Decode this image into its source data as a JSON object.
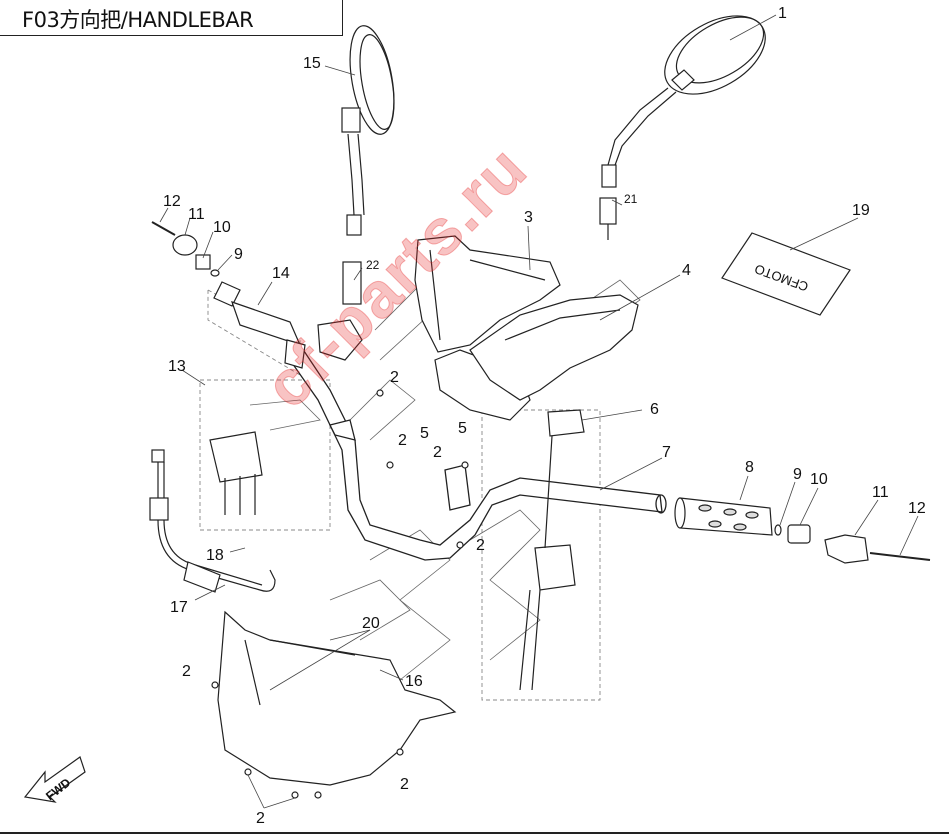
{
  "title": "F03方向把/HANDLEBAR",
  "watermark": "cf-parts.ru",
  "fwd_label": "FWD",
  "label_plate_text": "CFMOTO",
  "callouts": [
    {
      "id": "c1",
      "text": "1"
    },
    {
      "id": "c2a",
      "text": "2"
    },
    {
      "id": "c2b",
      "text": "2"
    },
    {
      "id": "c2c",
      "text": "2"
    },
    {
      "id": "c2d",
      "text": "2"
    },
    {
      "id": "c2e",
      "text": "2"
    },
    {
      "id": "c2f",
      "text": "2"
    },
    {
      "id": "c2g",
      "text": "2"
    },
    {
      "id": "c3",
      "text": "3"
    },
    {
      "id": "c4",
      "text": "4"
    },
    {
      "id": "c5a",
      "text": "5"
    },
    {
      "id": "c5b",
      "text": "5"
    },
    {
      "id": "c6",
      "text": "6"
    },
    {
      "id": "c7",
      "text": "7"
    },
    {
      "id": "c8",
      "text": "8"
    },
    {
      "id": "c9a",
      "text": "9"
    },
    {
      "id": "c9b",
      "text": "9"
    },
    {
      "id": "c10a",
      "text": "10"
    },
    {
      "id": "c10b",
      "text": "10"
    },
    {
      "id": "c11a",
      "text": "11"
    },
    {
      "id": "c11b",
      "text": "11"
    },
    {
      "id": "c12a",
      "text": "12"
    },
    {
      "id": "c12b",
      "text": "12"
    },
    {
      "id": "c13",
      "text": "13"
    },
    {
      "id": "c14",
      "text": "14"
    },
    {
      "id": "c15",
      "text": "15"
    },
    {
      "id": "c16",
      "text": "16"
    },
    {
      "id": "c17",
      "text": "17"
    },
    {
      "id": "c18",
      "text": "18"
    },
    {
      "id": "c19",
      "text": "19"
    },
    {
      "id": "c20",
      "text": "20"
    },
    {
      "id": "c21",
      "text": "21"
    },
    {
      "id": "c22",
      "text": "22"
    }
  ]
}
